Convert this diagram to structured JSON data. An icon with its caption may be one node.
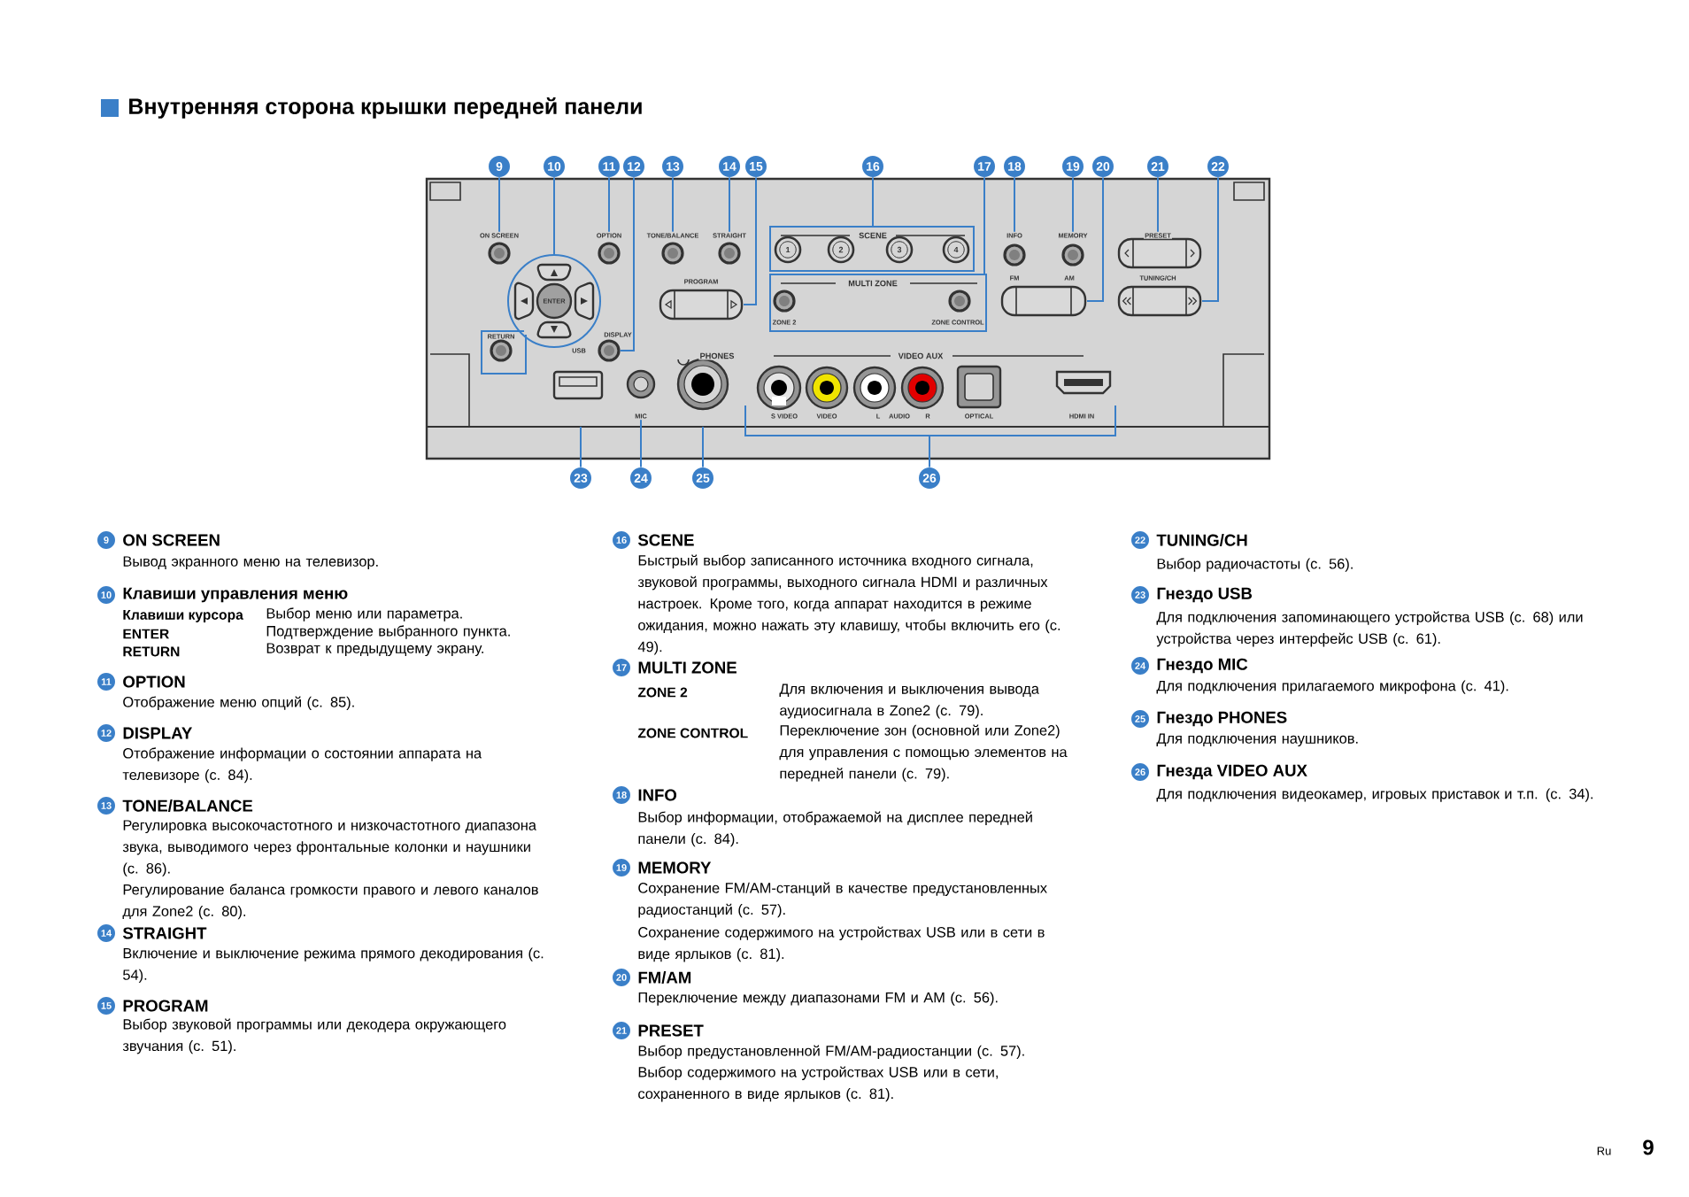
{
  "diagram": {
    "title": "Внутренняя сторона крышки передней панели",
    "nodes": [
      {
        "text": [
          "9"
        ]
      },
      {
        "text": [
          "10"
        ]
      },
      {
        "text": [
          "11"
        ]
      },
      {
        "text": [
          "12"
        ]
      },
      {
        "text": [
          "13"
        ]
      },
      {
        "text": [
          "14"
        ]
      },
      {
        "text": [
          "15"
        ]
      },
      {
        "text": [
          "16"
        ]
      },
      {
        "text": [
          "17"
        ]
      },
      {
        "text": [
          "18"
        ]
      },
      {
        "text": [
          "19"
        ]
      },
      {
        "text": [
          "20"
        ]
      },
      {
        "text": [
          "21"
        ]
      },
      {
        "text": [
          "22"
        ]
      },
      {
        "text": [
          "23"
        ]
      },
      {
        "text": [
          "24"
        ]
      },
      {
        "text": [
          "25"
        ]
      },
      {
        "text": [
          "26"
        ]
      },
      {
        "text": [
          "ON SCREEN"
        ]
      },
      {
        "text": [
          "OPTION"
        ]
      },
      {
        "text": [],
        "shape": "circle",
        "beside": [
          "DISPLAY"
        ]
      },
      {
        "text": [
          "TONE/BALANCE"
        ]
      },
      {
        "text": [
          "STRAIGHT"
        ]
      },
      {
        "text": [
          "SCENE"
        ]
      },
      {
        "text": [
          "MULTI ZONE",
          "ZONE 2",
          "ZONE CONTROL"
        ]
      },
      {
        "text": [
          "INFO"
        ]
      },
      {
        "text": [
          "MEMORY"
        ]
      },
      {
        "text": [
          "PRESET"
        ]
      },
      {
        "text": [],
        "shape": "circle"
      },
      {
        "text": [],
        "shape": "bracket"
      },
      {
        "text": [
          "MIC"
        ]
      }
    ],
    "edges": [
      {
        "from": 0,
        "to": 18,
        "arrow": "none"
      },
      {
        "from": 1,
        "to": 28,
        "arrow": "none"
      },
      {
        "from": 2,
        "to": 19,
        "arrow": "none"
      },
      {
        "from": 3,
        "to": 20,
        "arrow": "none"
      },
      {
        "from": 4,
        "to": 21,
        "arrow": "none"
      },
      {
        "from": 5,
        "to": 22,
        "arrow": "none"
      },
      {
        "from": 6,
        "to": null,
        "arrow": "none"
      },
      {
        "from": 7,
        "to": 23,
        "arrow": "none"
      },
      {
        "from": 8,
        "to": 24,
        "arrow": "none"
      },
      {
        "from": 9,
        "to": 25,
        "arrow": "none"
      },
      {
        "from": 10,
        "to": 26,
        "arrow": "none"
      },
      {
        "from": 11,
        "to": null,
        "arrow": "none"
      },
      {
        "from": 12,
        "to": 27,
        "arrow": "none"
      },
      {
        "from": 13,
        "to": null,
        "arrow": "none"
      },
      {
        "from": 14,
        "to": null,
        "arrow": "none"
      },
      {
        "from": 15,
        "to": 30,
        "arrow": "none"
      },
      {
        "from": 16,
        "to": null,
        "arrow": "none"
      },
      {
        "from": 17,
        "to": 29,
        "arrow": "none"
      }
    ],
    "labels": [
      "1",
      "2",
      "3",
      "4",
      "PROGRAM",
      "FM",
      "AM",
      "TUNING/CH",
      "ENTER",
      "RETURN",
      "USB",
      "PHONES",
      "VIDEO AUX",
      "S VIDEO",
      "VIDEO",
      "L",
      "AUDIO",
      "R",
      "OPTICAL",
      "HDMI IN",
      "9",
      "ON SCREEN",
      "Вывод экранного меню на телевизор.",
      "10",
      "Клавиши управления меню",
      "Клавиши курсора",
      "Выбор меню или параметра.",
      "ENTER",
      "Подтверждение выбранного пункта.",
      "RETURN",
      "Возврат к предыдущему экрану.",
      "11",
      "OPTION",
      "Отображение меню опций (с. 85).",
      "12",
      "DISPLAY",
      "Отображение информации о состоянии аппарата на телевизоре (с. 84).",
      "13",
      "TONE/BALANCE",
      "Регулировка высокочастотного и низкочастотного диапазона звука, выводимого через фронтальные колонки и наушники (с. 86).",
      "Регулирование баланса громкости правого и левого каналов для Zone2 (с. 80).",
      "14",
      "STRAIGHT",
      "Включение и выключение режима прямого декодирования (с. 54).",
      "15",
      "PROGRAM",
      "Выбор звуковой программы или декодера окружающего звучания (с. 51).",
      "16",
      "SCENE",
      "Быстрый выбор записанного источника входного сигнала, звуковой программы, выходного сигнала HDMI и различных настроек. Кроме того, когда аппарат находится в режиме ожидания, можно нажать эту клавишу, чтобы включить его (с. 49).",
      "17",
      "MULTI ZONE",
      "ZONE 2",
      "Для включения и выключения вывода аудиосигнала в Zone2 (с. 79).",
      "ZONE CONTROL",
      "Переключение зон (основной или Zone2) для управления с помощью элементов на передней панели (с. 79).",
      "18",
      "INFO",
      "Выбор информации, отображаемой на дисплее передней панели (с. 84).",
      "19",
      "MEMORY",
      "Сохранение FM/AM-станций в качестве предустановленных радиостанций (с. 57).",
      "Сохранение содержимого на устройствах USB или в сети в виде ярлыков (с. 81).",
      "20",
      "FM/AM",
      "Переключение между диапазонами FM и AM (с. 56).",
      "21",
      "PRESET",
      "Выбор предустановленной FM/AM-радиостанции (с. 57).",
      "Выбор содержимого на устройствах USB или в сети, сохраненного в виде ярлыков (с. 81).",
      "22",
      "TUNING/CH",
      "Выбор радиочастоты (с. 56).",
      "23",
      "Гнездо USB",
      "Для подключения запоминающего устройства USB (с. 68) или устройства через интерфейс USB (с. 61).",
      "24",
      "Гнездо MIC",
      "Для подключения прилагаемого микрофона (с. 41).",
      "25",
      "Гнездо PHONES",
      "Для подключения наушников.",
      "26",
      "Гнезда VIDEO AUX",
      "Для подключения видеокамер, игровых приставок и т.п. (с. 34).",
      "Ru",
      "9"
    ]
  }
}
